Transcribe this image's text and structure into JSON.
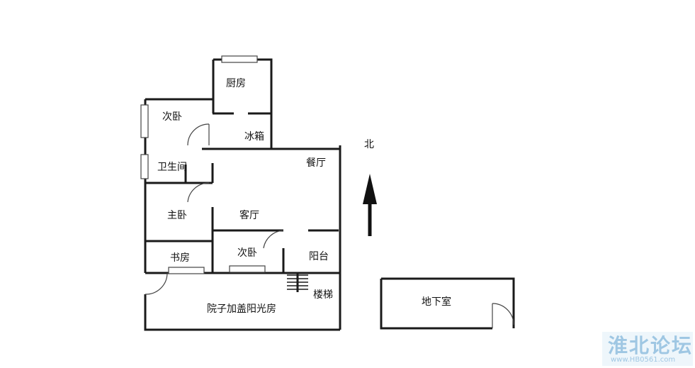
{
  "rooms": {
    "kitchen": "厨房",
    "bedroom_second_top": "次卧",
    "fridge": "冰箱",
    "dining": "餐厅",
    "bathroom": "卫生间",
    "master_bedroom": "主卧",
    "living_room": "客厅",
    "bedroom_second_bottom": "次卧",
    "balcony": "阳台",
    "study": "书房",
    "stairs": "楼梯",
    "sunroom": "院子加盖阳光房",
    "basement": "地下室"
  },
  "compass": {
    "north": "北"
  },
  "watermark": {
    "name": "淮北论坛",
    "url": "www.HB0561.com"
  },
  "colors": {
    "wall": "#1a1a1a",
    "watermark": "#9fc7e3"
  }
}
